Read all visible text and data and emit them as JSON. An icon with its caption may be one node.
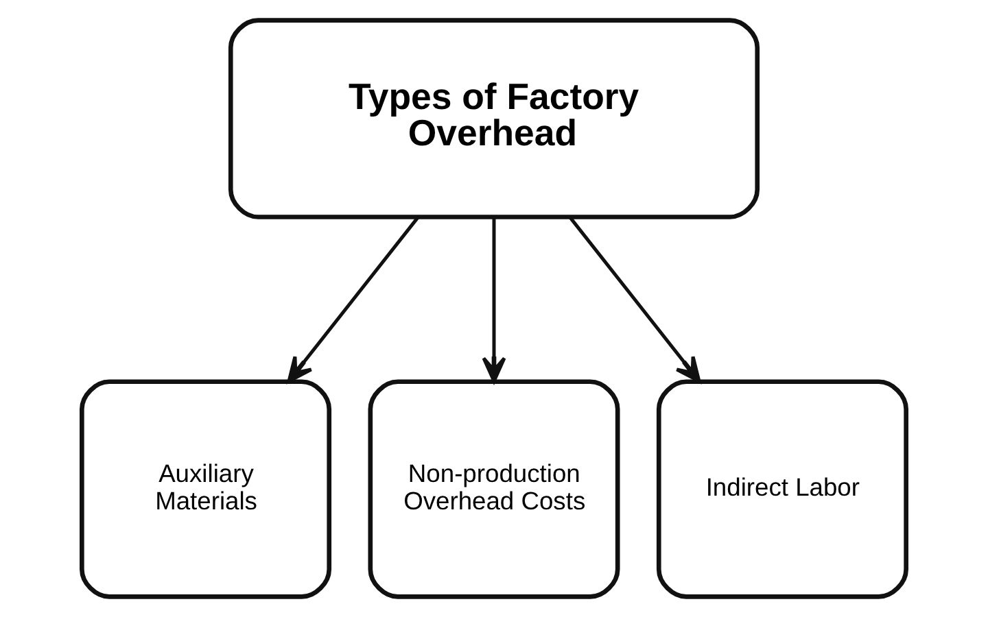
{
  "diagram": {
    "nodes": [
      {
        "text": [
          "Types of Factory Overhead"
        ]
      },
      {
        "text": [
          "Auxiliary Materials"
        ]
      },
      {
        "text": [
          "Non-production Overhead Costs"
        ]
      },
      {
        "text": [
          "Indirect Labor"
        ]
      }
    ],
    "edges": [
      {
        "from": 0,
        "to": 1,
        "arrow": "to"
      },
      {
        "from": 0,
        "to": 2,
        "arrow": "to"
      },
      {
        "from": 0,
        "to": 3,
        "arrow": "to"
      }
    ]
  }
}
